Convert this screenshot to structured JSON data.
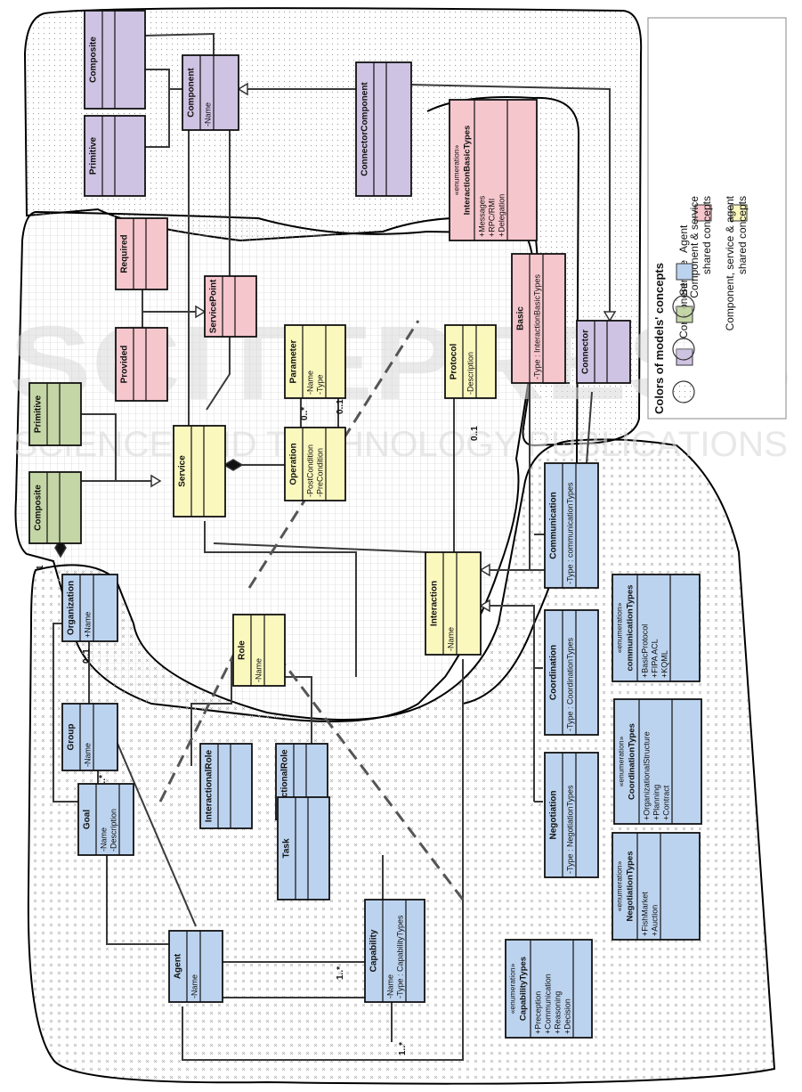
{
  "colors": {
    "component": "#cfc3e3",
    "service": "#c5d6a6",
    "agent": "#bcd3ef",
    "comp_service": "#f6c6cd",
    "all_shared": "#fbf8be",
    "line": "#333333"
  },
  "legend": {
    "title": "Colors of models' concepts",
    "items": [
      {
        "label": "Component"
      },
      {
        "label": "Service"
      },
      {
        "label": "Agent"
      }
    ],
    "shared": [
      {
        "label": "Component & service shared concepts"
      },
      {
        "label": "Component, service & agent  shared concepts"
      }
    ]
  },
  "watermark": {
    "big": "SCITEPRESS",
    "small": "SCIENCE AND TECHNOLOGY PUBLICATIONS"
  },
  "classes": {
    "composite_comp": {
      "name": "Composite",
      "stereo": "",
      "attrs": []
    },
    "primitive_comp": {
      "name": "Primitive",
      "stereo": "",
      "attrs": []
    },
    "component": {
      "name": "Component",
      "stereo": "",
      "attrs": [
        "-Name"
      ]
    },
    "connector_component": {
      "name": "ConnectorComponent",
      "stereo": "",
      "attrs": []
    },
    "interaction_basic_types": {
      "name": "InteractionBasicTypes",
      "stereo": "«enumeration»",
      "attrs": [
        "+Messages",
        "+RPC/RMI",
        "+Delegation"
      ]
    },
    "required": {
      "name": "Required",
      "stereo": "",
      "attrs": []
    },
    "provided": {
      "name": "Provided",
      "stereo": "",
      "attrs": []
    },
    "service_point": {
      "name": "ServicePoint",
      "stereo": "",
      "attrs": []
    },
    "primitive_srv": {
      "name": "Primitive",
      "stereo": "",
      "attrs": []
    },
    "composite_srv": {
      "name": "Composite",
      "stereo": "",
      "attrs": []
    },
    "service": {
      "name": "Service",
      "stereo": "",
      "attrs": []
    },
    "parameter": {
      "name": "Parameter",
      "stereo": "",
      "attrs": [
        "-Name",
        "-Type"
      ]
    },
    "operation": {
      "name": "Operation",
      "stereo": "",
      "attrs": [
        "-PostCondition",
        "-PreCondition"
      ]
    },
    "protocol": {
      "name": "Protocol",
      "stereo": "",
      "attrs": [
        "-Description"
      ]
    },
    "basic": {
      "name": "Basic",
      "stereo": "",
      "attrs": [
        "-Type : InteractionBasicTypes"
      ]
    },
    "connector": {
      "name": "Connector",
      "stereo": "",
      "attrs": []
    },
    "organization": {
      "name": "Organization",
      "stereo": "",
      "attrs": [
        "+Name"
      ]
    },
    "group": {
      "name": "Group",
      "stereo": "",
      "attrs": [
        "-Name"
      ]
    },
    "goal": {
      "name": "Goal",
      "stereo": "",
      "attrs": [
        "-Name",
        "-Description"
      ]
    },
    "agent": {
      "name": "Agent",
      "stereo": "",
      "attrs": [
        "-Name"
      ]
    },
    "role": {
      "name": "Role",
      "stereo": "",
      "attrs": [
        "-Name"
      ]
    },
    "interactional_role": {
      "name": "InteractionalRole",
      "stereo": "",
      "attrs": []
    },
    "functional_role": {
      "name": "FunctionalRole",
      "stereo": "",
      "attrs": []
    },
    "task": {
      "name": "Task",
      "stereo": "",
      "attrs": []
    },
    "capability": {
      "name": "Capability",
      "stereo": "",
      "attrs": [
        "-Name",
        "-Type : CapabilityTypes"
      ]
    },
    "capability_types": {
      "name": "CapabilityTypes",
      "stereo": "«enumeration»",
      "attrs": [
        "+Preception",
        "+Communication",
        "+Reasoning",
        "+Decision"
      ]
    },
    "interaction": {
      "name": "Interaction",
      "stereo": "",
      "attrs": [
        "-Name"
      ]
    },
    "communication": {
      "name": "Communication",
      "stereo": "",
      "attrs": [
        "-Type : communicationTypes"
      ]
    },
    "coordination": {
      "name": "Coordination",
      "stereo": "",
      "attrs": [
        "-Type : CoordinationTypes"
      ]
    },
    "negotiation": {
      "name": "Negotiation",
      "stereo": "",
      "attrs": [
        "-Type : NegotiationTypes"
      ]
    },
    "communication_types": {
      "name": "communicationTypes",
      "stereo": "«enumeration»",
      "attrs": [
        "+BasicProtocol",
        "+FIPA ACL",
        "+KQML"
      ]
    },
    "coordination_types": {
      "name": "CoordinationTypes",
      "stereo": "«enumeration»",
      "attrs": [
        "+OrganizationalStructure",
        "+Planning",
        "+Contract"
      ]
    },
    "negotiation_types": {
      "name": "NegotiationTypes",
      "stereo": "«enumeration»",
      "attrs": [
        "+FishMarket",
        "+Auction"
      ]
    }
  },
  "multiplicities": {
    "m1": "1..*",
    "m2": "0..1",
    "m3": "1..*",
    "m4": "1..*",
    "m5": "0..*",
    "m6": "0..1",
    "m7": "1..*",
    "m8": "0..1",
    "m9": "1"
  }
}
